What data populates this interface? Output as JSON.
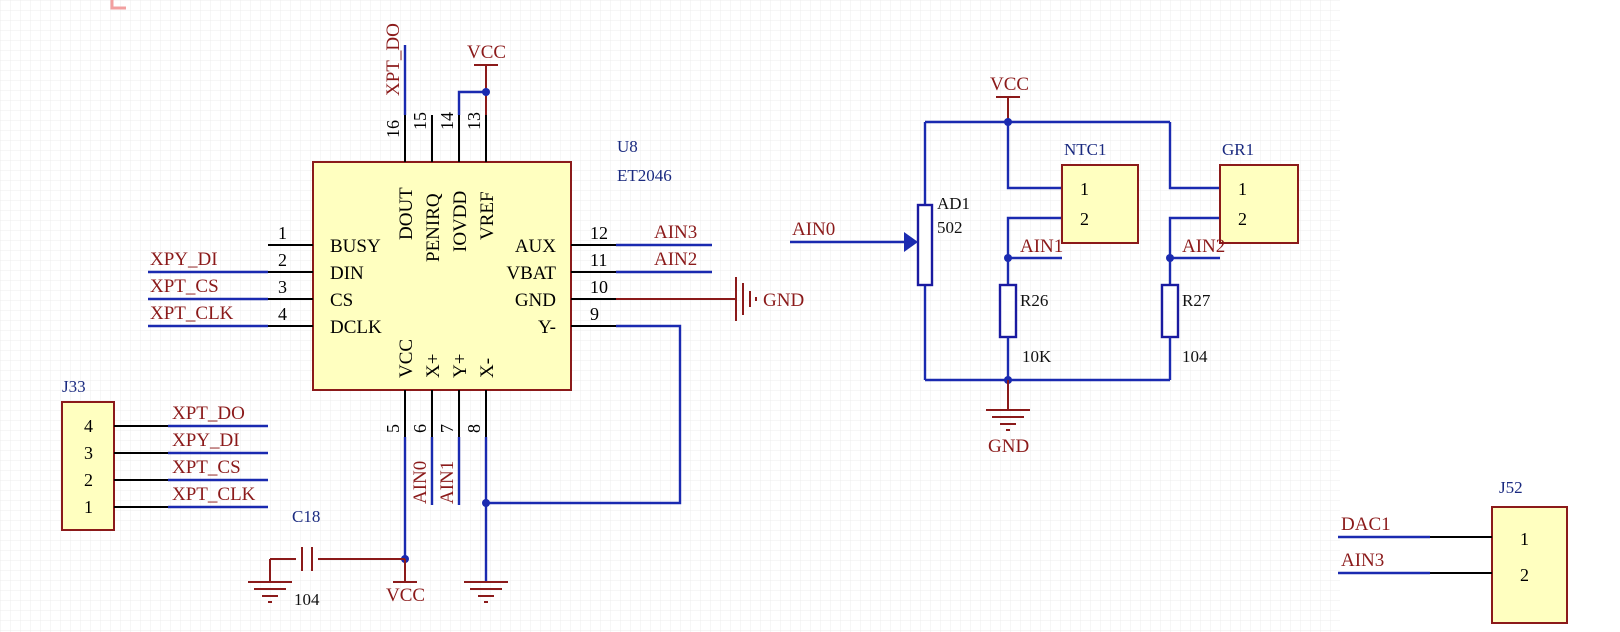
{
  "u8": {
    "designator": "U8",
    "part": "ET2046",
    "left_pins": [
      {
        "num": "1",
        "name": "BUSY",
        "net": ""
      },
      {
        "num": "2",
        "name": "DIN",
        "net": "XPY_DI"
      },
      {
        "num": "3",
        "name": "CS",
        "net": "XPT_CS"
      },
      {
        "num": "4",
        "name": "DCLK",
        "net": "XPT_CLK"
      }
    ],
    "right_pins": [
      {
        "num": "12",
        "name": "AUX",
        "net": "AIN3"
      },
      {
        "num": "11",
        "name": "VBAT",
        "net": "AIN2"
      },
      {
        "num": "10",
        "name": "GND",
        "net": "GND"
      },
      {
        "num": "9",
        "name": "Y-",
        "net": ""
      }
    ],
    "top_pins": [
      {
        "num": "16",
        "name": "DOUT",
        "net": "XPT_DO"
      },
      {
        "num": "15",
        "name": "PENIRQ",
        "net": ""
      },
      {
        "num": "14",
        "name": "IOVDD",
        "net": ""
      },
      {
        "num": "13",
        "name": "VREF",
        "net": "VCC"
      }
    ],
    "bottom_pins": [
      {
        "num": "5",
        "name": "VCC",
        "net": "VCC"
      },
      {
        "num": "6",
        "name": "X+",
        "net": "AIN0"
      },
      {
        "num": "7",
        "name": "Y+",
        "net": "AIN1"
      },
      {
        "num": "8",
        "name": "X-",
        "net": ""
      }
    ]
  },
  "j33": {
    "designator": "J33",
    "pins": [
      {
        "num": "4",
        "net": "XPT_DO"
      },
      {
        "num": "3",
        "net": "XPY_DI"
      },
      {
        "num": "2",
        "net": "XPT_CS"
      },
      {
        "num": "1",
        "net": "XPT_CLK"
      }
    ]
  },
  "c18": {
    "designator": "C18",
    "value": "104",
    "vcc_label": "VCC"
  },
  "ad1": {
    "designator": "AD1",
    "value": "502",
    "input": "AIN0"
  },
  "ntc1": {
    "designator": "NTC1",
    "pins": [
      "1",
      "2"
    ],
    "net": "AIN1"
  },
  "gr1": {
    "designator": "GR1",
    "pins": [
      "1",
      "2"
    ],
    "net": "AIN2"
  },
  "r26": {
    "designator": "R26",
    "value": "10K"
  },
  "r27": {
    "designator": "R27",
    "value": "104"
  },
  "sensor_power": {
    "vcc": "VCC",
    "gnd": "GND"
  },
  "j52": {
    "designator": "J52",
    "pins": [
      {
        "num": "1",
        "net": "DAC1"
      },
      {
        "num": "2",
        "net": "AIN3"
      }
    ]
  }
}
